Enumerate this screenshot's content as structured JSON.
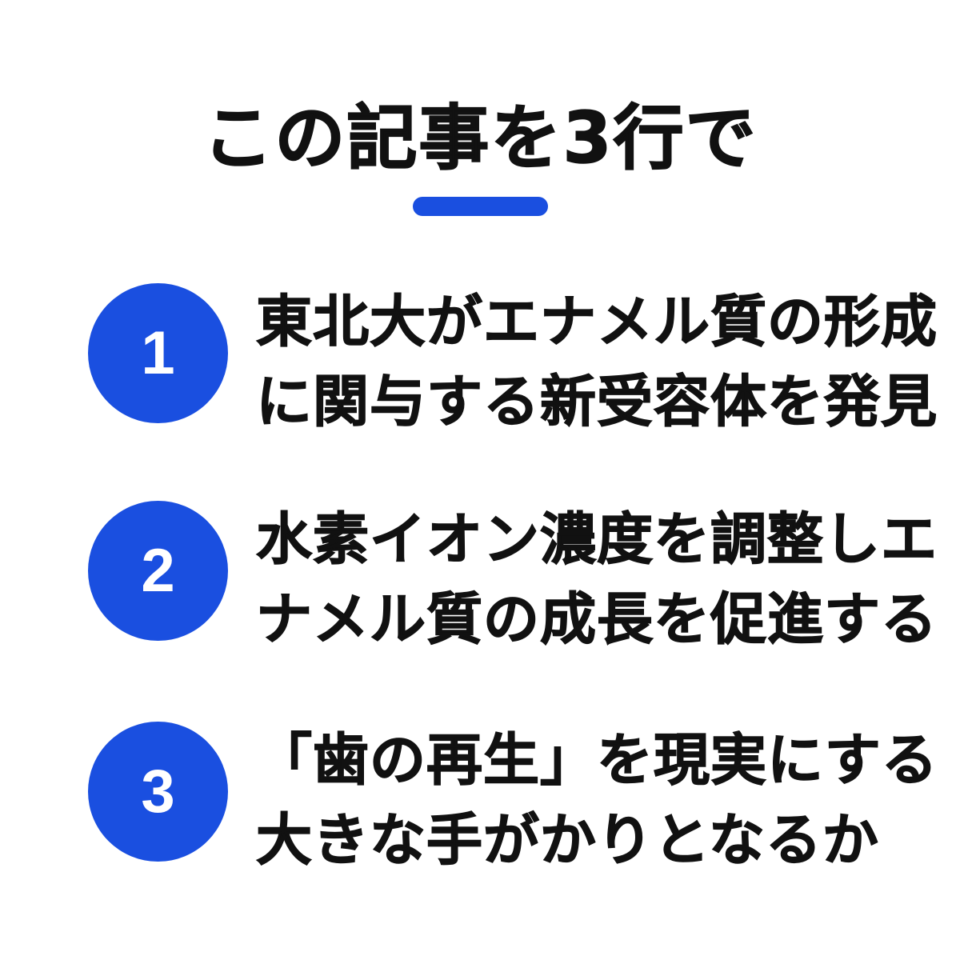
{
  "colors": {
    "accent": "#1a4fe0",
    "text": "#111111",
    "background": "#ffffff"
  },
  "title": "この記事を3行で",
  "items": [
    {
      "number": "1",
      "lines": [
        "東北大がエナメル質の形成",
        "に関与する新受容体を発見"
      ]
    },
    {
      "number": "2",
      "lines": [
        "水素イオン濃度を調整しエ",
        "ナメル質の成長を促進する"
      ]
    },
    {
      "number": "3",
      "lines": [
        "「歯の再生」を現実にする",
        "大きな手がかりとなるか"
      ]
    }
  ]
}
